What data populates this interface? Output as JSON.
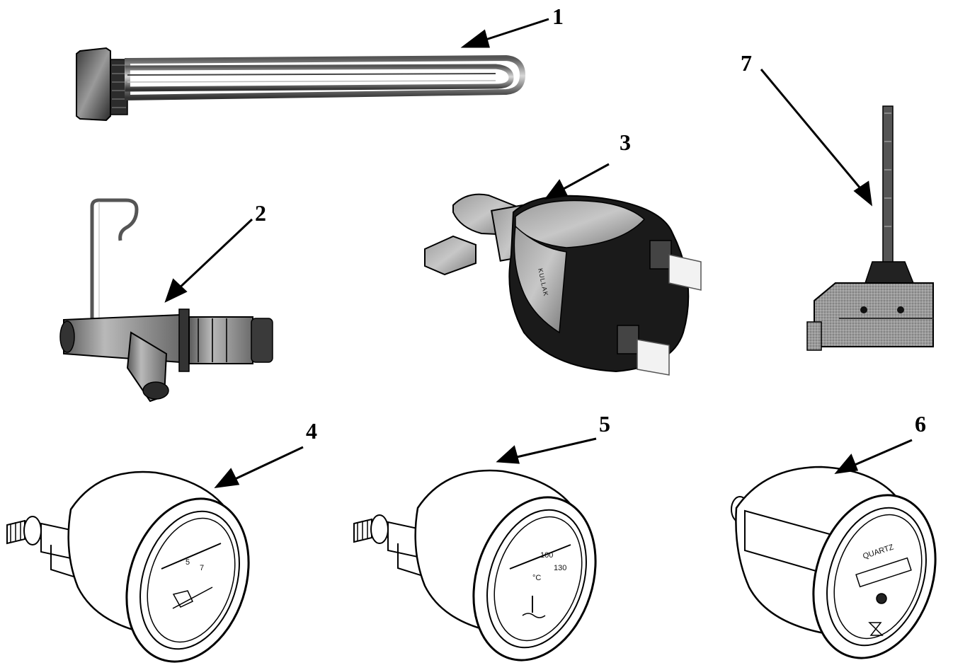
{
  "callouts": {
    "c1": "1",
    "c2": "2",
    "c3": "3",
    "c4": "4",
    "c5": "5",
    "c6": "6",
    "c7": "7"
  },
  "gauges": {
    "oil_pressure_dial": [
      "5",
      "7"
    ],
    "temperature_dial": [
      "100",
      "130",
      "°C"
    ],
    "hour_meter_brand": "QUARTZ"
  },
  "switch_brand": "KULLAK",
  "colors": {
    "ink": "#000000",
    "paper": "#ffffff",
    "metal": "#8a8a8a",
    "dark": "#1c1c1c"
  }
}
